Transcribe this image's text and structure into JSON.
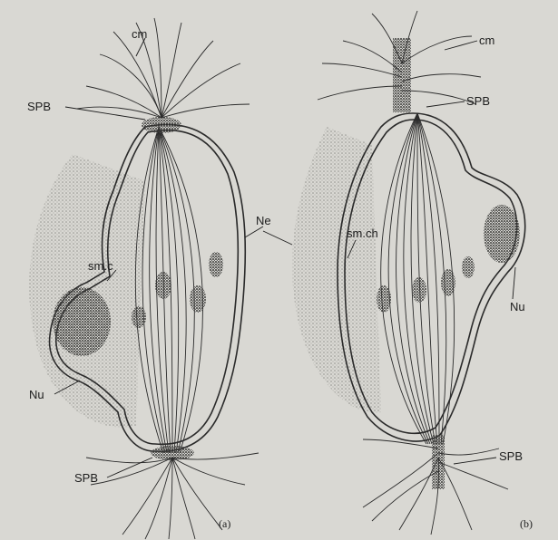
{
  "panels": [
    {
      "id": "a",
      "label": "(a)",
      "labels": {
        "cm": "cm",
        "spb_top": "SPB",
        "ne": "Ne",
        "smc": "sm.c",
        "nu": "Nu",
        "spb_bottom": "SPB"
      }
    },
    {
      "id": "b",
      "label": "(b)",
      "labels": {
        "cm": "cm",
        "spb_top": "SPB",
        "smch": "sm.ch",
        "nu": "Nu",
        "spb_bottom": "SPB"
      }
    }
  ],
  "colors": {
    "background": "#d9d8d3",
    "ink": "#1d1d1d",
    "stipple": "#8b8b86"
  }
}
